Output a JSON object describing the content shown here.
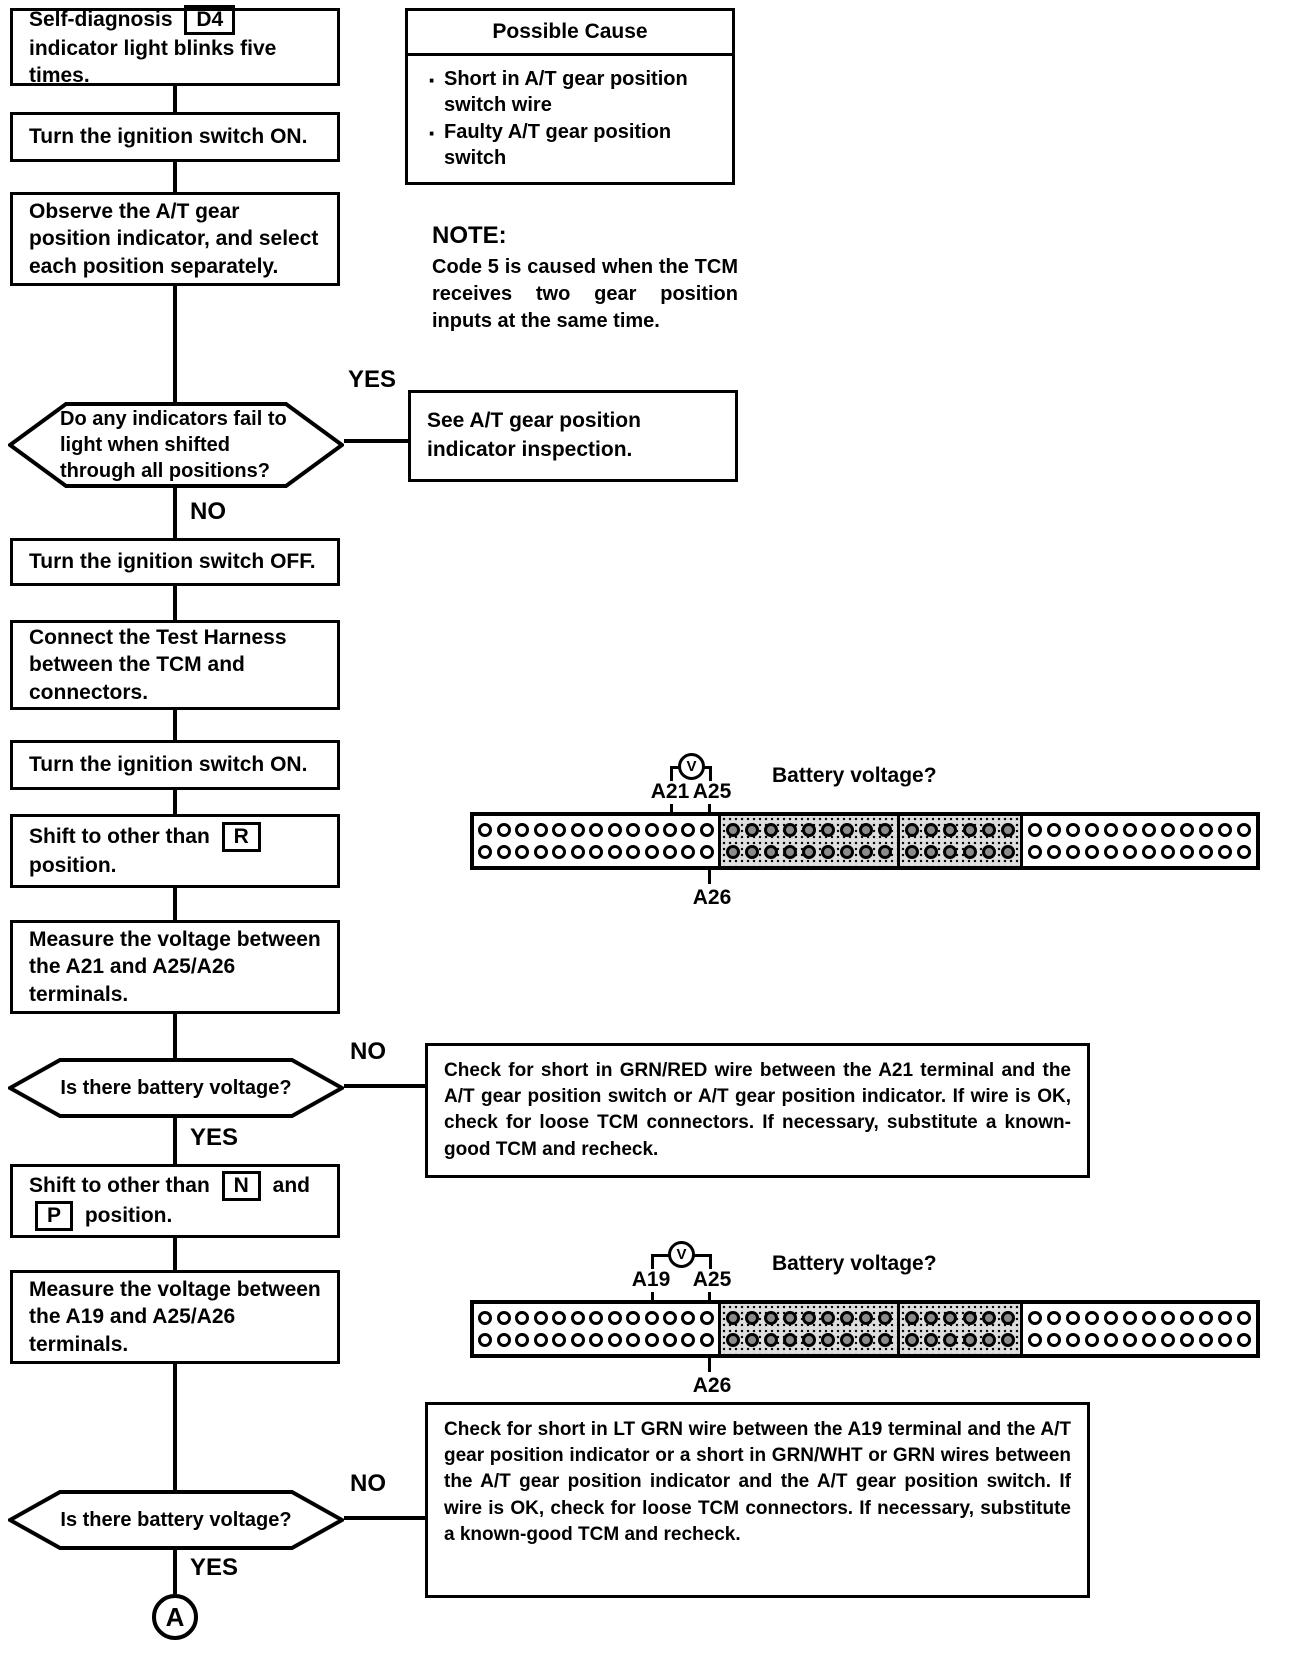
{
  "colors": {
    "ink": "#000000",
    "paper": "#ffffff",
    "hatch": "#dedede"
  },
  "labels": {
    "yes": "YES",
    "no": "NO"
  },
  "flow": {
    "start": {
      "pre": "Self-diagnosis",
      "badge": "D4",
      "post": "indicator light blinks five times."
    },
    "step_ignition_on_1": "Turn the ignition switch ON.",
    "step_observe": "Observe the A/T gear position indicator, and select each position separately.",
    "decision_indicators": "Do any indicators fail to light when shifted through all positions?",
    "step_ignition_off": "Turn the ignition switch OFF.",
    "step_test_harness": "Connect the Test Harness between the TCM and connectors.",
    "step_ignition_on_2": "Turn the ignition switch ON.",
    "step_shift_r": {
      "pre": "Shift to other than",
      "badge": "R",
      "post": "position."
    },
    "step_measure_a21": "Measure the voltage between the A21 and A25/A26 terminals.",
    "decision_battery_1": "Is there battery voltage?",
    "step_shift_np": {
      "pre": "Shift to other than",
      "badge1": "N",
      "mid": "and",
      "badge2": "P",
      "post": "position."
    },
    "step_measure_a19": "Measure the voltage between the A19 and A25/A26 terminals.",
    "decision_battery_2": "Is there battery voltage?",
    "terminator": "A"
  },
  "possible_cause": {
    "title": "Possible Cause",
    "items": [
      "Short in A/T gear position switch wire",
      "Faulty A/T gear position switch"
    ]
  },
  "note": {
    "title": "NOTE:",
    "body": "Code 5 is caused when the TCM receives two gear position inputs at the same time."
  },
  "actions": {
    "see_indicator_inspection": "See A/T gear position indicator inspection.",
    "check_grn_red": "Check for short in GRN/RED wire between the A21 terminal and the A/T gear position switch or A/T gear position indicator. If wire is OK, check for loose TCM connectors. If necessary, substitute a known-good TCM and recheck.",
    "check_lt_grn": "Check for short in LT GRN wire between the A19 terminal and the A/T gear position indicator or a short in GRN/WHT or GRN wires between the A/T gear position indicator and the A/T gear position switch. If wire is OK, check for loose TCM connectors. If necessary, substitute a known-good TCM and recheck."
  },
  "connectors": [
    {
      "question": "Battery voltage?",
      "meter": "V",
      "probe_top": [
        "A21",
        "A25"
      ],
      "probe_bottom": "A26",
      "sections": [
        {
          "pins_per_row": 13,
          "shaded": false
        },
        {
          "pins_per_row": 9,
          "shaded": true
        },
        {
          "pins_per_row": 6,
          "shaded": true
        },
        {
          "pins_per_row": 12,
          "shaded": false
        }
      ]
    },
    {
      "question": "Battery voltage?",
      "meter": "V",
      "probe_top": [
        "A19",
        "A25"
      ],
      "probe_bottom": "A26",
      "sections": [
        {
          "pins_per_row": 13,
          "shaded": false
        },
        {
          "pins_per_row": 9,
          "shaded": true
        },
        {
          "pins_per_row": 6,
          "shaded": true
        },
        {
          "pins_per_row": 12,
          "shaded": false
        }
      ]
    }
  ]
}
